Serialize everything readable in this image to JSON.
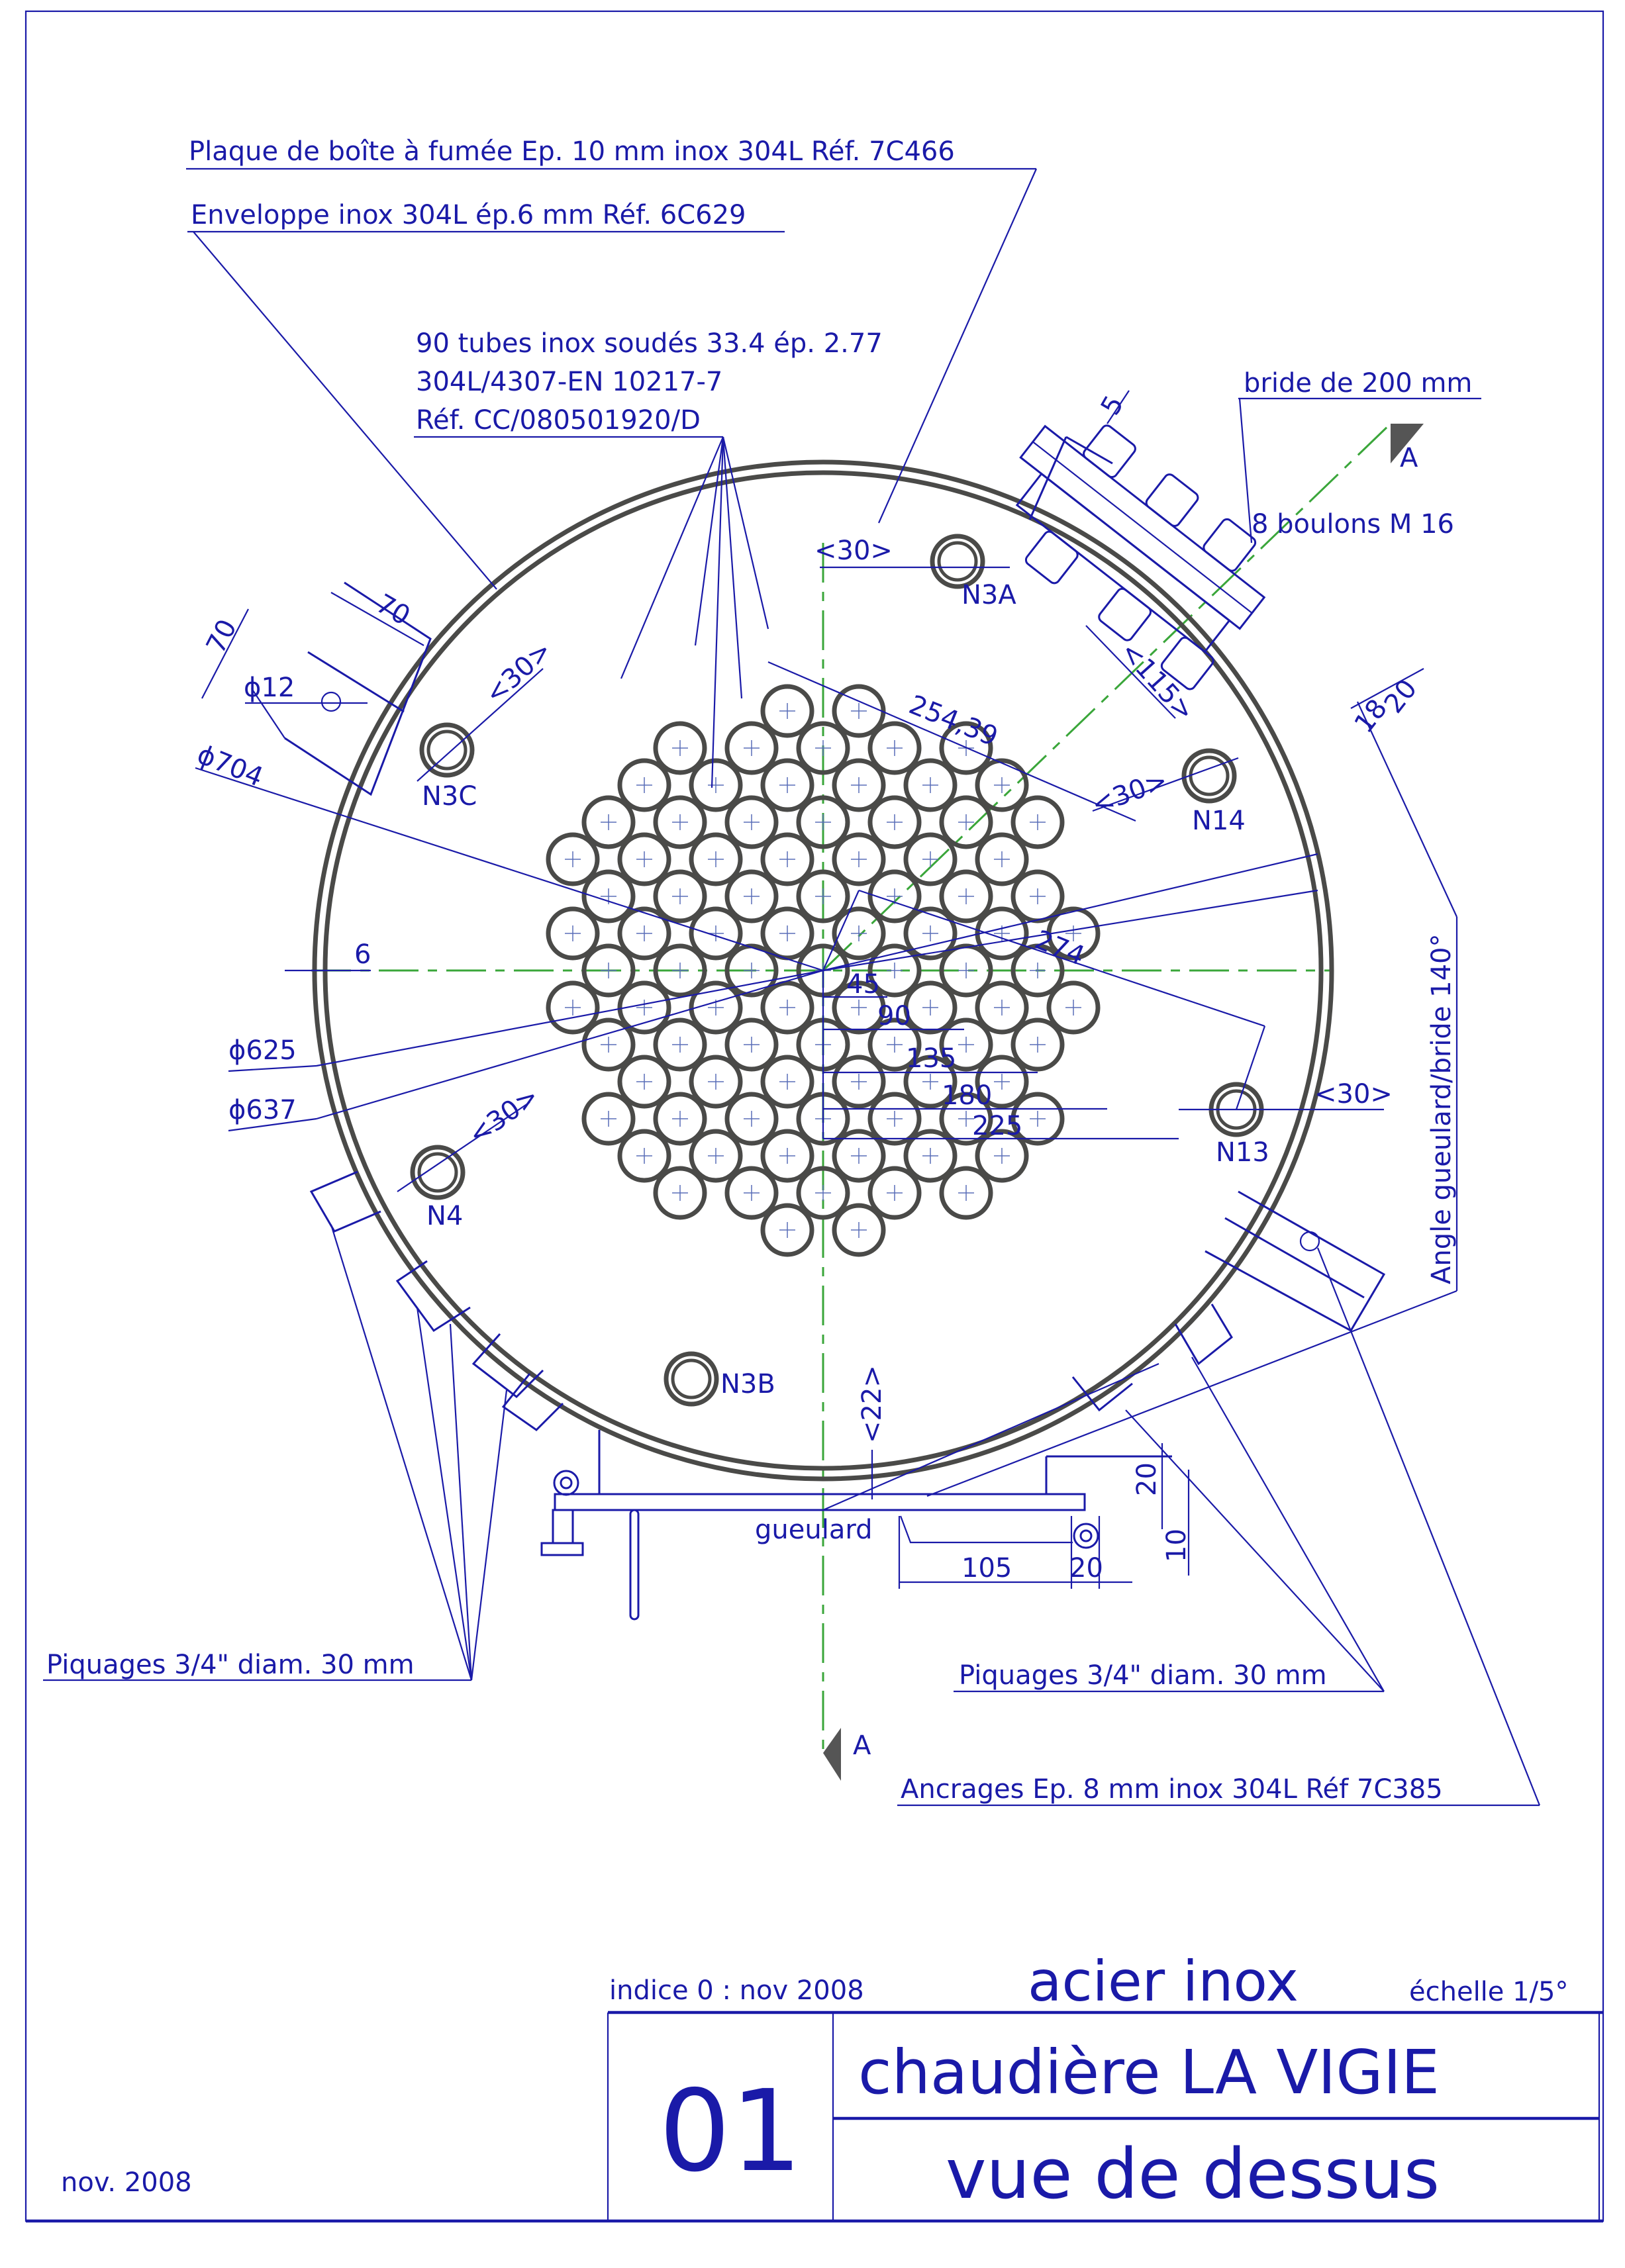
{
  "drawing": {
    "labels": {
      "plaque": "Plaque de boîte à fumée Ep. 10 mm inox 304L Réf. 7C466",
      "enveloppe": "Enveloppe inox 304L ép.6 mm Réf. 6C629",
      "tubes_line1": "90 tubes inox soudés 33.4 ép. 2.77",
      "tubes_line2": "304L/4307-EN 10217-7",
      "tubes_line3": "Réf. CC/080501920/D",
      "bride": "bride de 200 mm",
      "boulons": "8 boulons M 16",
      "angle": "Angle gueulard/bride 140°",
      "piquages_left": "Piquages 3/4\" diam. 30 mm",
      "piquages_right": "Piquages 3/4\" diam. 30 mm",
      "ancrages": "Ancrages Ep. 8 mm inox 304L Réf 7C385",
      "gueulard": "gueulard",
      "section_mark_top": "A",
      "section_mark_bottom": "A"
    },
    "nozzles": [
      {
        "id": "N3A"
      },
      {
        "id": "N3C"
      },
      {
        "id": "N14"
      },
      {
        "id": "N13"
      },
      {
        "id": "N4"
      },
      {
        "id": "N3B"
      }
    ],
    "dimensions": {
      "d704": "ϕ704",
      "d625": "ϕ625",
      "d637": "ϕ637",
      "d12": "ϕ12",
      "sq70a": "70",
      "sq70b": "70",
      "wall6": "6",
      "n3c_30": "<30>",
      "n3a_30": "<30>",
      "n14_30": "<30>",
      "n13_30": "<30>",
      "n4_30": "<30>",
      "flange_5": "5",
      "flange_115": "<115>",
      "flange_18": "18",
      "flange_20": "20",
      "r254": "254,39",
      "r274": "274",
      "x45": "45",
      "x90": "90",
      "x135": "135",
      "x180": "180",
      "x225": "225",
      "v22": "<22>",
      "g20v": "20",
      "g10": "10",
      "g105": "105",
      "g20h": "20"
    },
    "tube_count": 90
  },
  "title_block": {
    "indice": "indice 0 : nov 2008",
    "material": "acier inox",
    "scale": "échelle 1/5°",
    "sheet_number": "01",
    "title": "chaudière LA VIGIE",
    "subtitle": "vue de dessus",
    "date": "nov. 2008"
  },
  "colors": {
    "ink": "#1a1aa8",
    "steel": "#4a4a48",
    "axis": "#3aa63a"
  }
}
